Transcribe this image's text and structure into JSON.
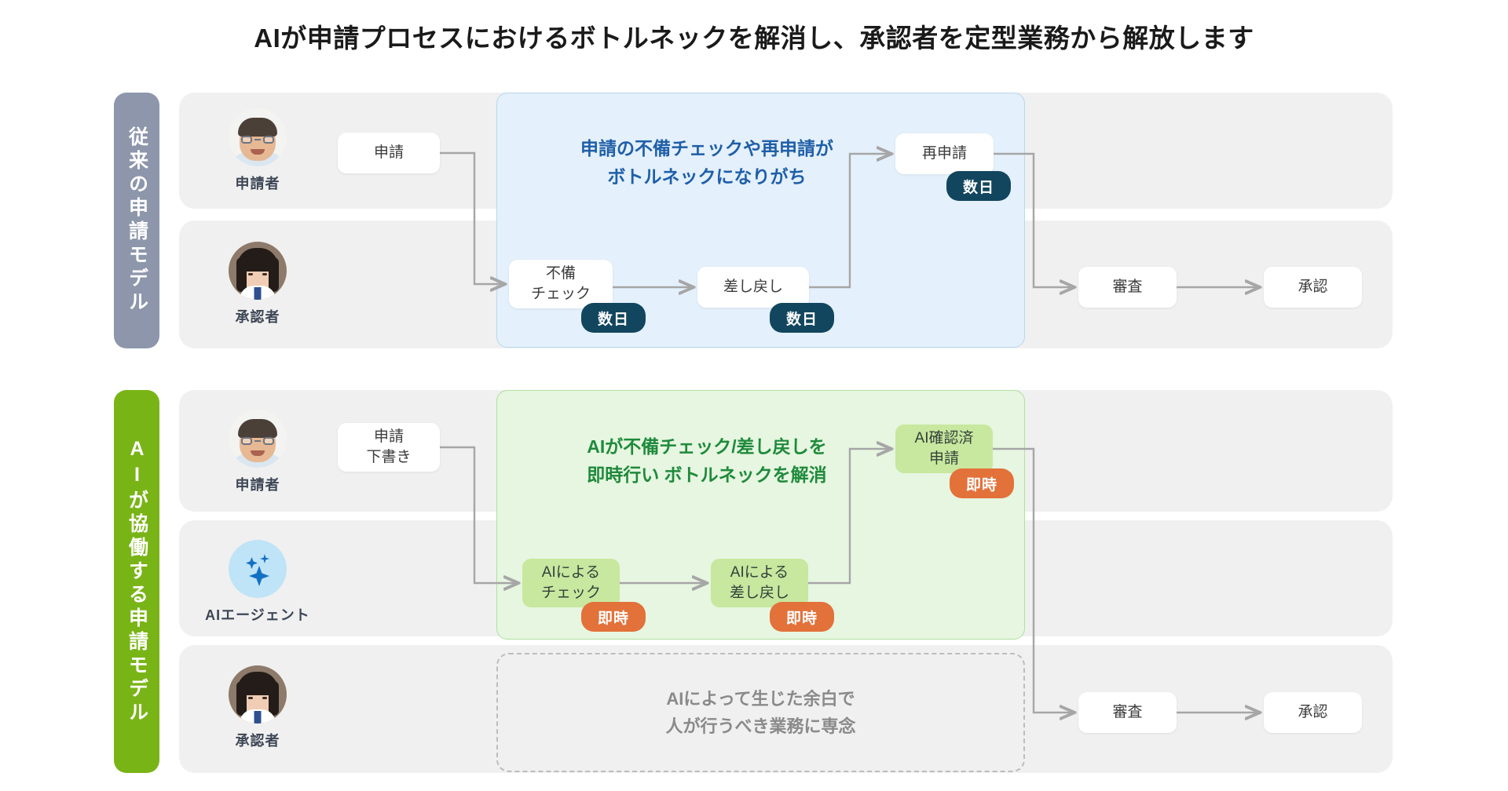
{
  "title": "AIが申請プロセスにおけるボトルネックを解消し、承認者を定型業務から解放します",
  "colors": {
    "legacy_bar": "#8d96ab",
    "ai_bar": "#79b417",
    "panel_blue": "#e4f0fb",
    "panel_green": "#e6f6e0",
    "caption_blue": "#1f5fa8",
    "caption_green": "#1f8a3c",
    "badge_navy": "#12465e",
    "badge_orange": "#e3713a",
    "node_green": "#c8e79f",
    "band_grey": "#f0f0f0",
    "connector": "#a6a6a6"
  },
  "sections": {
    "legacy": {
      "label": "従来の申請モデル",
      "caption": "申請の不備チェックや再申請が\nボトルネックになりがち",
      "actors": [
        {
          "name": "申請者",
          "avatar": "man-photo-avatar"
        },
        {
          "name": "承認者",
          "avatar": "woman-photo-avatar"
        }
      ],
      "nodes": [
        {
          "label": "申請",
          "badge": null
        },
        {
          "label": "不備\nチェック",
          "badge": "数日"
        },
        {
          "label": "差し戻し",
          "badge": "数日"
        },
        {
          "label": "再申請",
          "badge": "数日"
        },
        {
          "label": "審査",
          "badge": null
        },
        {
          "label": "承認",
          "badge": null
        }
      ]
    },
    "ai": {
      "label": "AIが協働する申請モデル",
      "caption": "AIが不備チェック/差し戻しを\n即時行い ボトルネックを解消",
      "focus_note": "AIによって生じた余白で\n人が行うべき業務に専念",
      "actors": [
        {
          "name": "申請者",
          "avatar": "man-photo-avatar"
        },
        {
          "name": "AIエージェント",
          "avatar": "ai-sparkle-icon"
        },
        {
          "name": "承認者",
          "avatar": "woman-photo-avatar"
        }
      ],
      "nodes": [
        {
          "label": "申請\n下書き",
          "badge": null
        },
        {
          "label": "AIによる\nチェック",
          "badge": "即時"
        },
        {
          "label": "AIによる\n差し戻し",
          "badge": "即時"
        },
        {
          "label": "AI確認済\n申請",
          "badge": "即時"
        },
        {
          "label": "審査",
          "badge": null
        },
        {
          "label": "承認",
          "badge": null
        }
      ]
    }
  }
}
